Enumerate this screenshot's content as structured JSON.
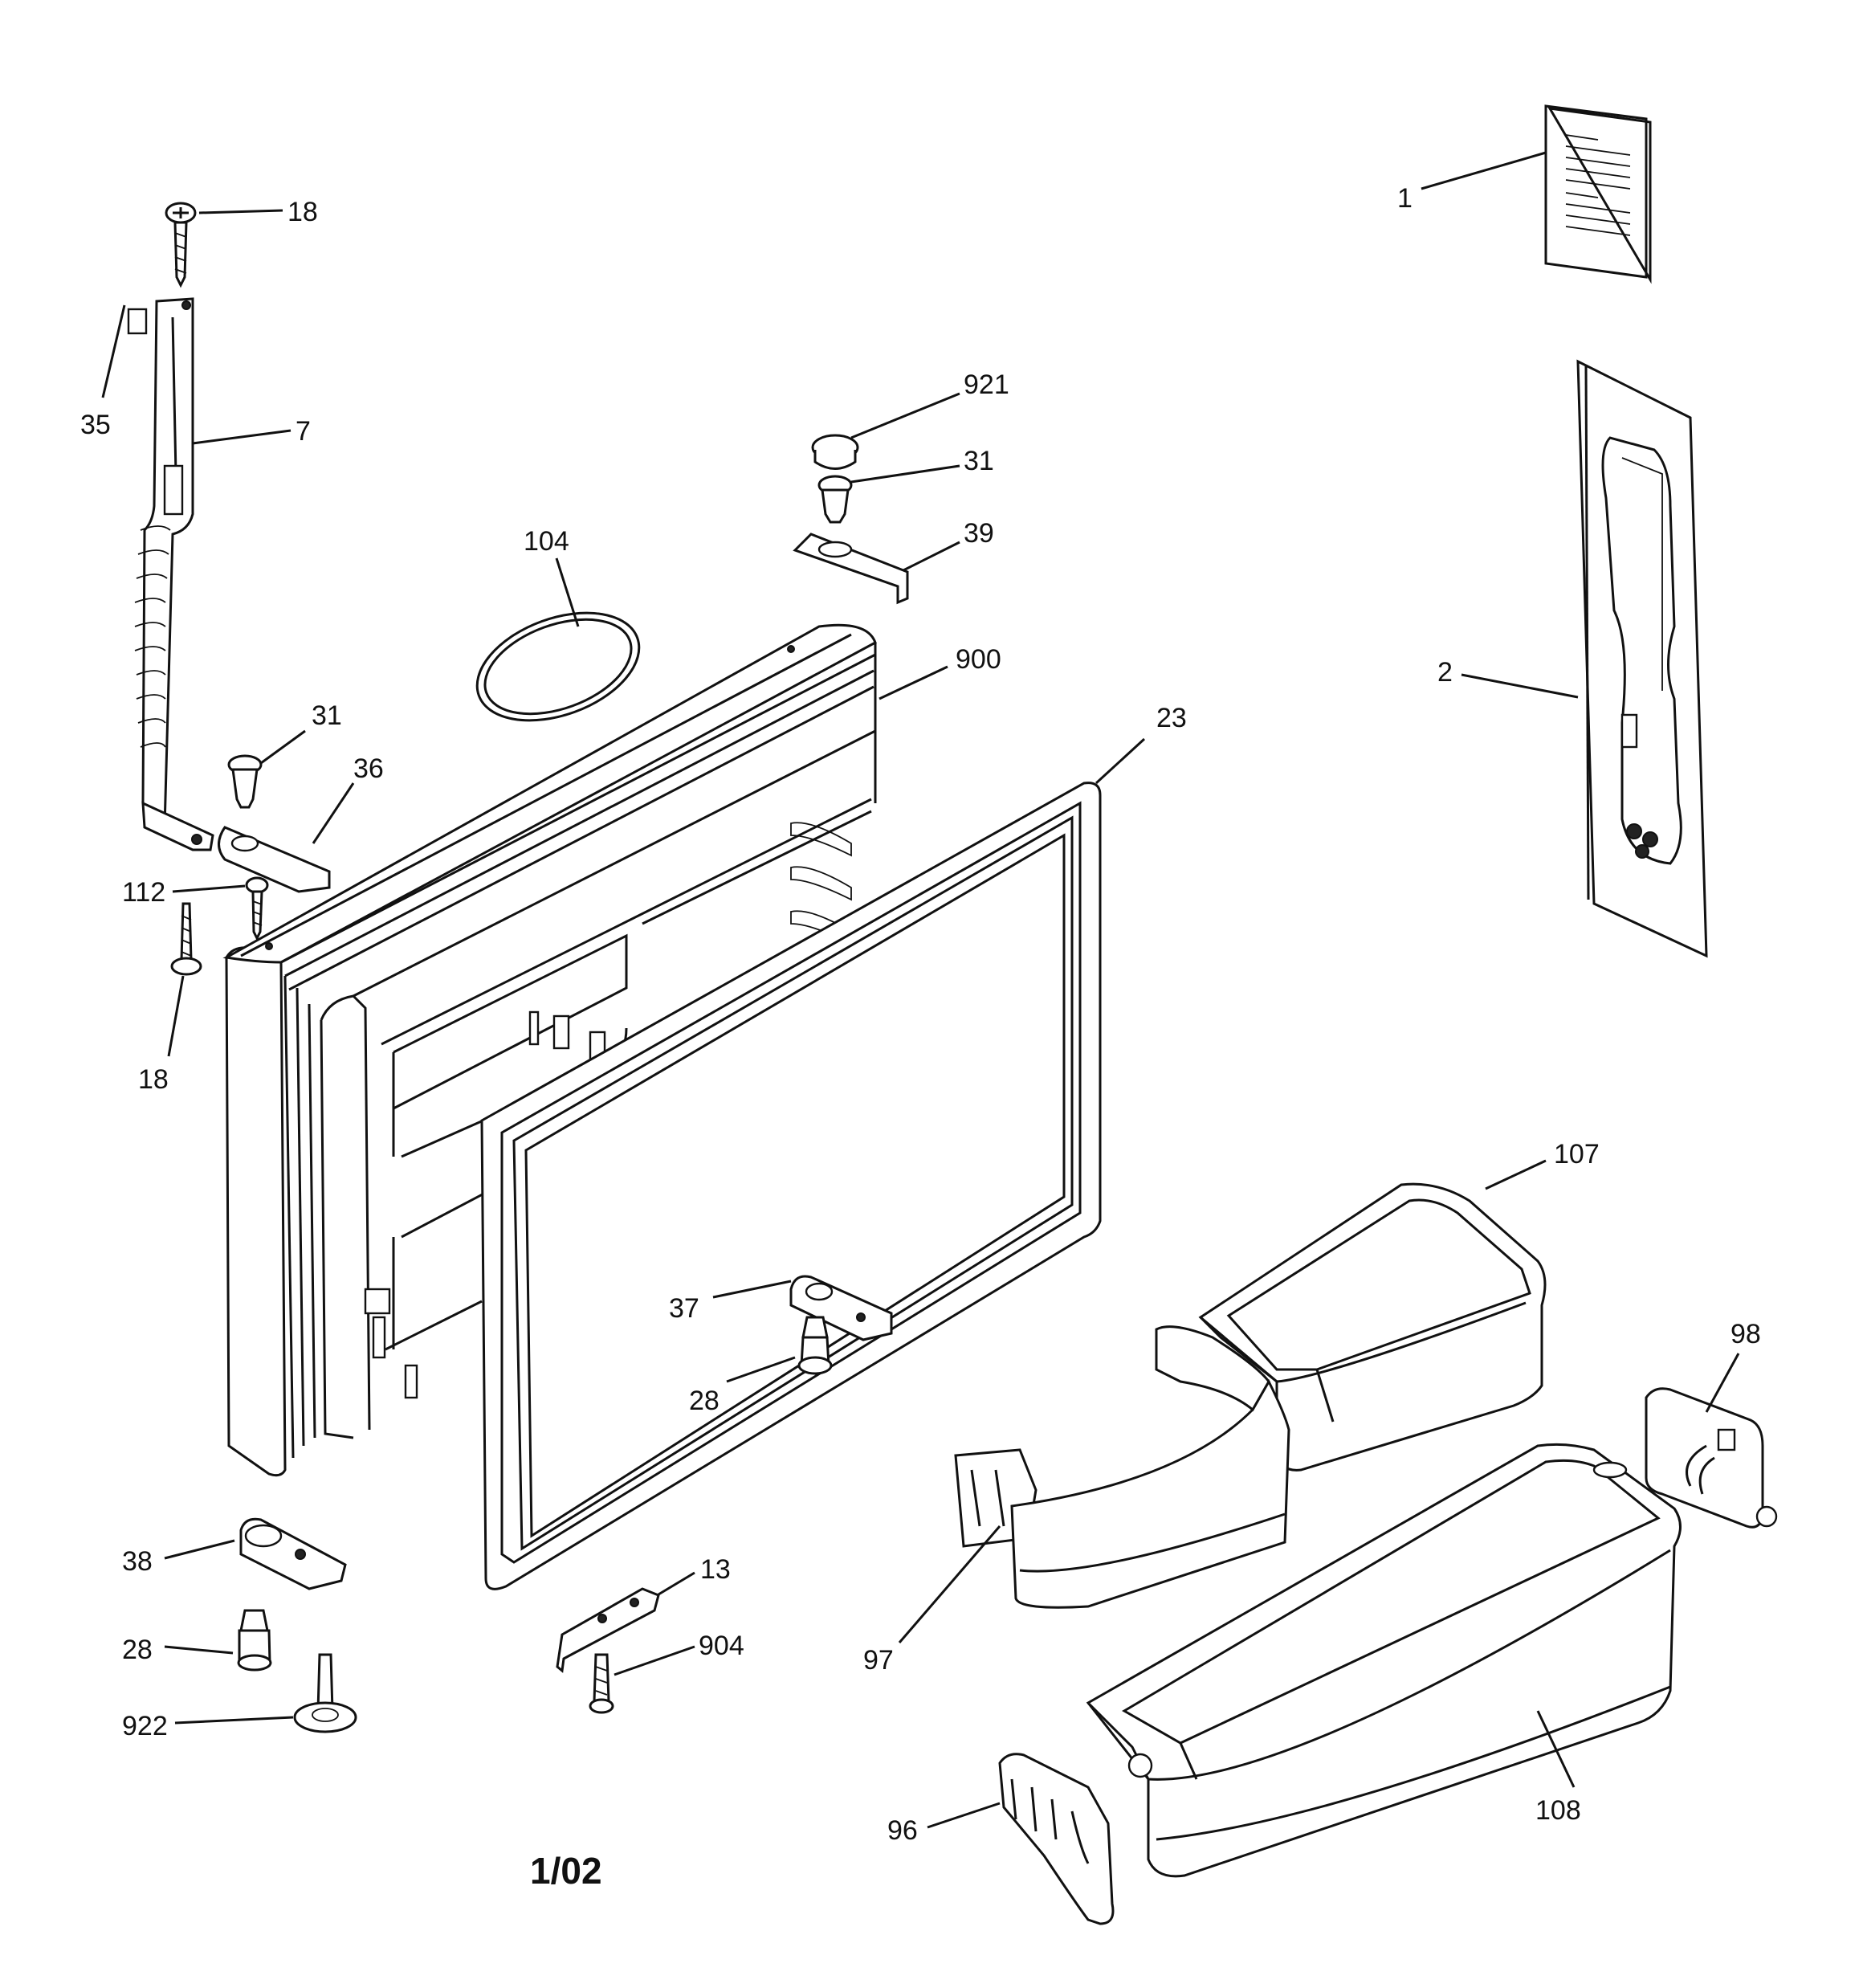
{
  "callouts": [
    {
      "id": "c1",
      "text": "1"
    },
    {
      "id": "c2",
      "text": "2"
    },
    {
      "id": "c7",
      "text": "7"
    },
    {
      "id": "c13",
      "text": "13"
    },
    {
      "id": "c18a",
      "text": "18"
    },
    {
      "id": "c18b",
      "text": "18"
    },
    {
      "id": "c23",
      "text": "23"
    },
    {
      "id": "c28a",
      "text": "28"
    },
    {
      "id": "c28b",
      "text": "28"
    },
    {
      "id": "c31a",
      "text": "31"
    },
    {
      "id": "c31b",
      "text": "31"
    },
    {
      "id": "c35",
      "text": "35"
    },
    {
      "id": "c36",
      "text": "36"
    },
    {
      "id": "c37",
      "text": "37"
    },
    {
      "id": "c38",
      "text": "38"
    },
    {
      "id": "c39",
      "text": "39"
    },
    {
      "id": "c96",
      "text": "96"
    },
    {
      "id": "c97",
      "text": "97"
    },
    {
      "id": "c98",
      "text": "98"
    },
    {
      "id": "c104",
      "text": "104"
    },
    {
      "id": "c107",
      "text": "107"
    },
    {
      "id": "c108",
      "text": "108"
    },
    {
      "id": "c112",
      "text": "112"
    },
    {
      "id": "c900",
      "text": "900"
    },
    {
      "id": "c904",
      "text": "904"
    },
    {
      "id": "c921",
      "text": "921"
    },
    {
      "id": "c922",
      "text": "922"
    }
  ],
  "footer": {
    "date_code": "1/02"
  }
}
